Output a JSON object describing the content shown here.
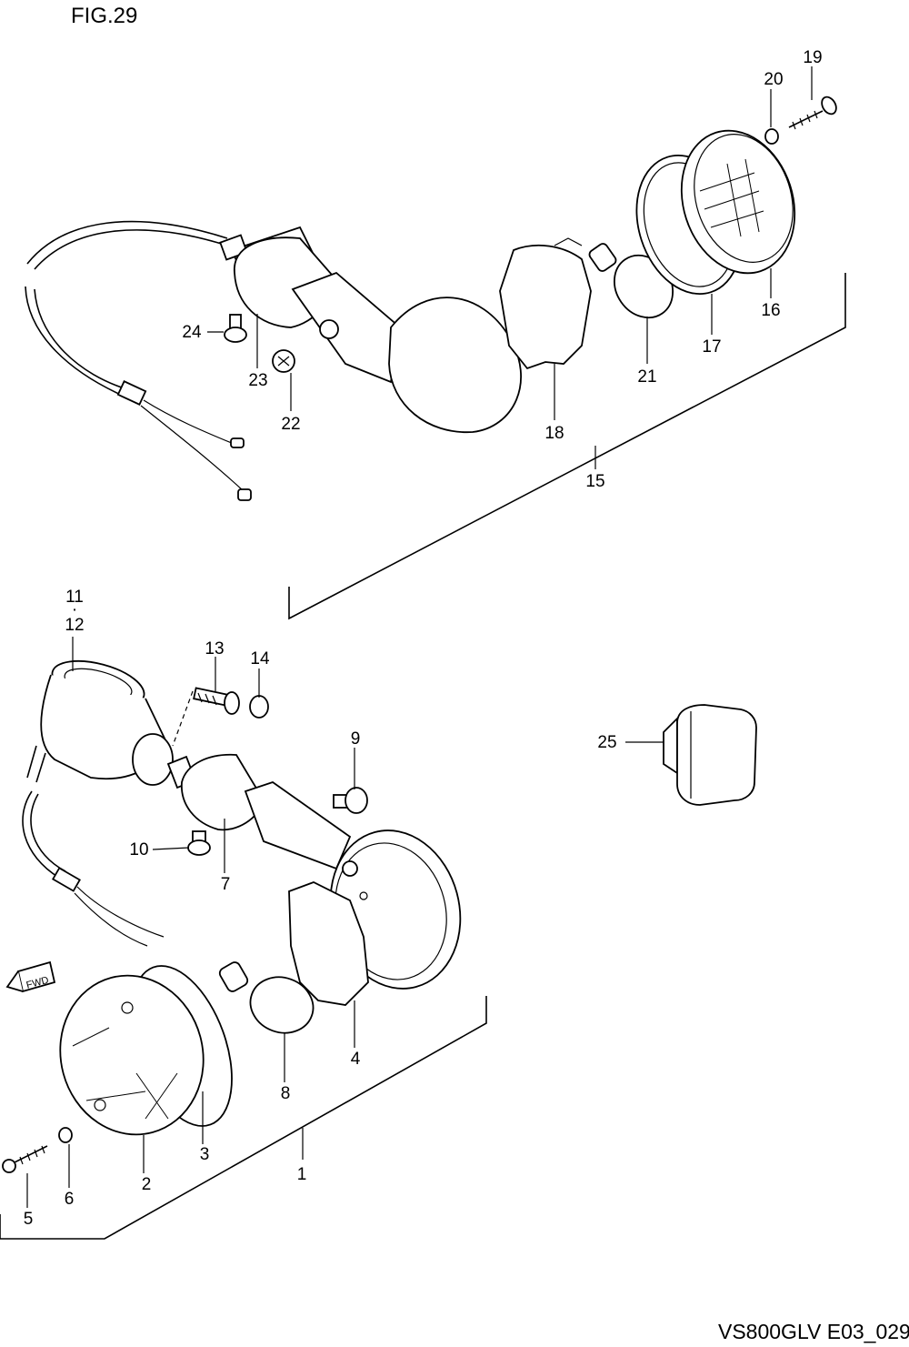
{
  "figure_title": "FIG.29",
  "drawing_code": "VS800GLV E03_029",
  "fwd_badge": "FWD",
  "callouts": {
    "n1": "1",
    "n2": "2",
    "n3": "3",
    "n4": "4",
    "n5": "5",
    "n6": "6",
    "n7": "7",
    "n8": "8",
    "n9": "9",
    "n10": "10",
    "n11": "11",
    "n11_sep": "·",
    "n12": "12",
    "n13": "13",
    "n14": "14",
    "n15": "15",
    "n16": "16",
    "n17": "17",
    "n18": "18",
    "n19": "19",
    "n20": "20",
    "n21": "21",
    "n22": "22",
    "n23": "23",
    "n24": "24",
    "n25": "25"
  }
}
